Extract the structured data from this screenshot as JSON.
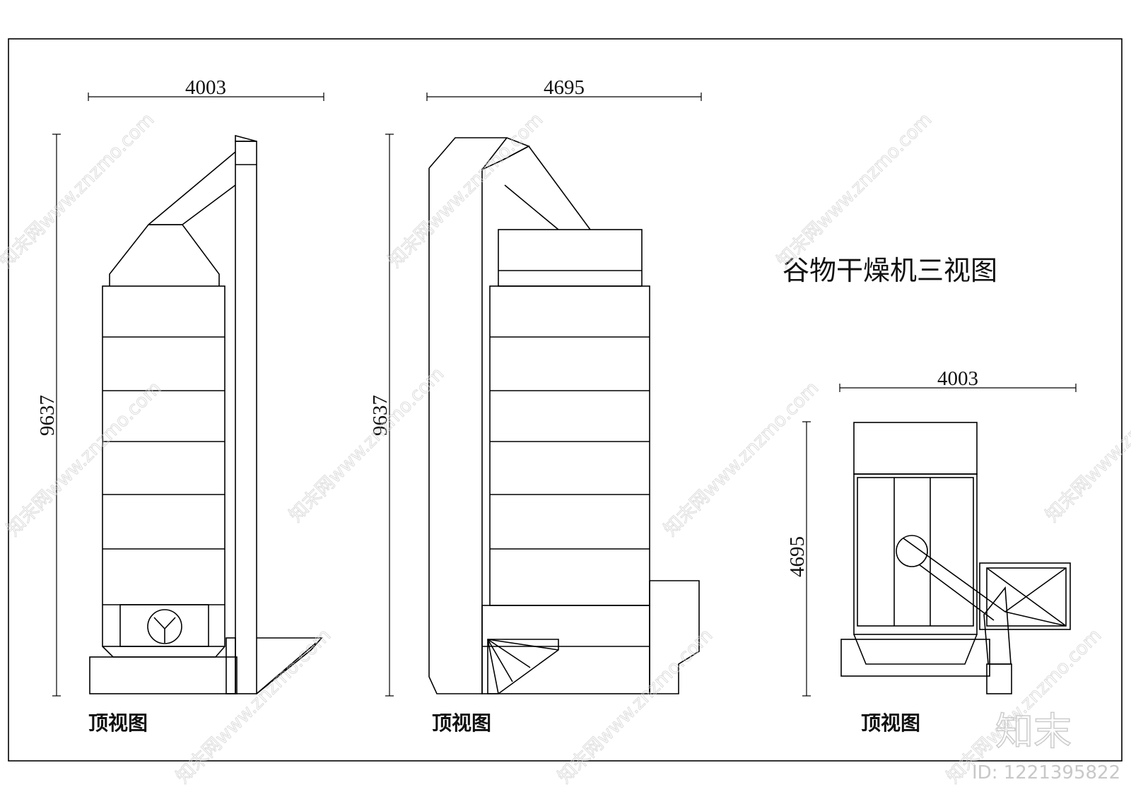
{
  "title": "谷物干燥机三视图",
  "views": [
    {
      "caption": "顶视图",
      "width_dim": "4003",
      "height_dim": "9637"
    },
    {
      "caption": "顶视图",
      "width_dim": "4695",
      "height_dim": "9637"
    },
    {
      "caption": "顶视图",
      "width_dim": "4003",
      "height_dim": "4695"
    }
  ],
  "watermark": {
    "text": "知末网www.znzmo.com",
    "logo": "知末",
    "id": "ID: 1221395822"
  }
}
